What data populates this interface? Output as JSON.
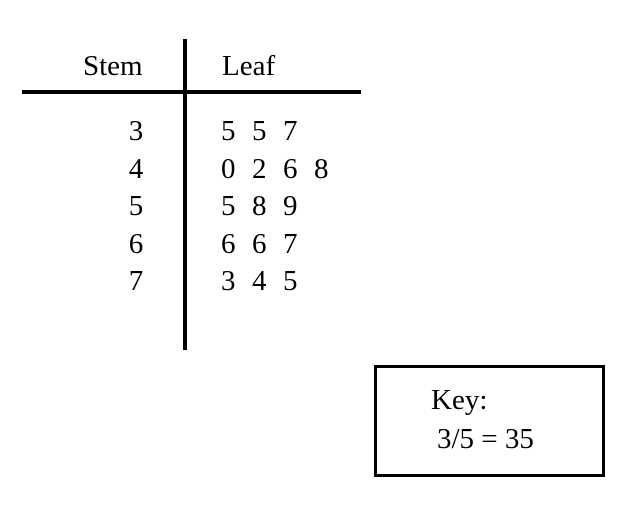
{
  "chart_data": {
    "type": "table",
    "title": "",
    "columns": [
      "Stem",
      "Leaf"
    ],
    "rows": [
      {
        "stem": "3",
        "leaves": [
          "5",
          "5",
          "7"
        ]
      },
      {
        "stem": "4",
        "leaves": [
          "0",
          "2",
          "6",
          "8"
        ]
      },
      {
        "stem": "5",
        "leaves": [
          "5",
          "8",
          "9"
        ]
      },
      {
        "stem": "6",
        "leaves": [
          "6",
          "6",
          "7"
        ]
      },
      {
        "stem": "7",
        "leaves": [
          "3",
          "4",
          "5"
        ]
      }
    ],
    "values": [
      35,
      35,
      37,
      40,
      42,
      46,
      48,
      55,
      58,
      59,
      66,
      66,
      67,
      73,
      74,
      75
    ],
    "key": {
      "title": "Key:",
      "example": "3/5 = 35"
    }
  },
  "colors": {
    "text": "#000000",
    "rules": "#000000",
    "background": "#ffffff"
  }
}
